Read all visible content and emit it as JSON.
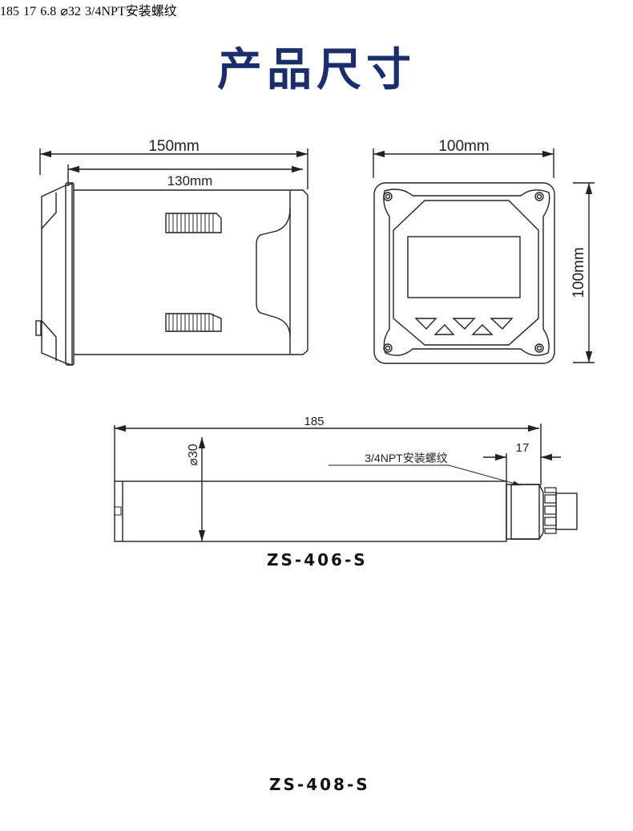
{
  "title": "产品尺寸",
  "side_view": {
    "overall_length": "150mm",
    "body_length": "130mm"
  },
  "front_view": {
    "width": "100mm",
    "height": "100mm",
    "buttons": [
      "down-1",
      "up-1",
      "down-2",
      "up-2",
      "down-3"
    ]
  },
  "sensor_406": {
    "model": "ZS-406-S",
    "length": "185",
    "diameter": "⌀30",
    "thread_label": "3/4NPT安装螺纹",
    "thread_length": "17"
  },
  "sensor_408": {
    "model": "ZS-408-S",
    "length": "185",
    "diameter": "⌀32",
    "thread_label": "3/4NPT安装螺纹",
    "thread_length": "17",
    "cap_offset": "6.8"
  },
  "colors": {
    "title": "#1b2e6b",
    "line": "#222222"
  }
}
